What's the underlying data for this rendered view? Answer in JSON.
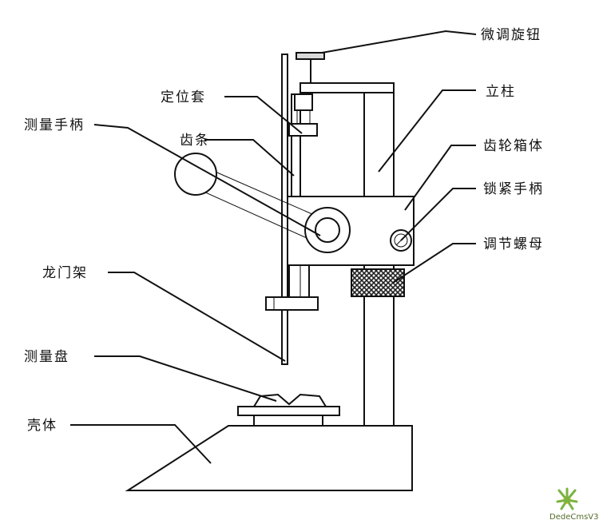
{
  "labels": {
    "fine_knob": "微调旋钮",
    "column": "立柱",
    "locating_sleeve": "定位套",
    "measuring_handle": "测量手柄",
    "rack": "齿条",
    "gear_box": "齿轮箱体",
    "locking_handle": "锁紧手柄",
    "adjusting_nut": "调节螺母",
    "gantry_frame": "龙门架",
    "measuring_plate": "测量盘",
    "housing": "壳体"
  },
  "watermark": {
    "text": "DedeCmsV3",
    "icon": "flower-logo-icon"
  },
  "colors": {
    "line": "#111111",
    "knurl": "#222222",
    "background": "#ffffff"
  }
}
